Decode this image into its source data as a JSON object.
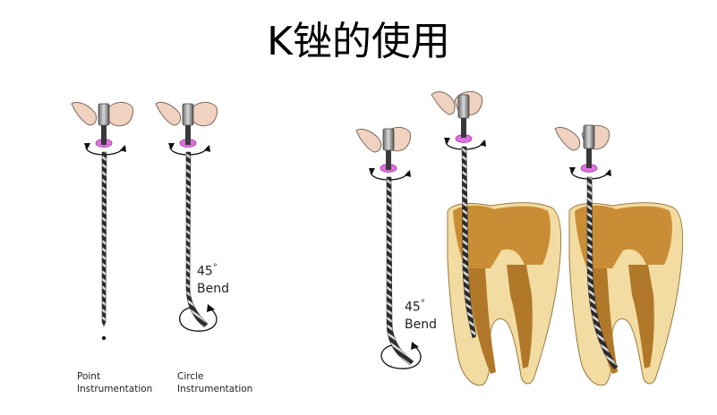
{
  "title": "K锉的使用",
  "captions": {
    "point": [
      "Point",
      "Instrumentation"
    ],
    "circle": [
      "Circle",
      "Instrumentation"
    ]
  },
  "bend_labels": {
    "angle": "45",
    "degree_symbol": "°",
    "word": "Bend"
  },
  "colors": {
    "stopper": "#e070e0",
    "dentin": "#f2dca2",
    "enamel_crown": "#c98e35",
    "pulp_canal": "#b07828",
    "file_metal": "#3a3a3a",
    "finger_skin": "#f1d2c0"
  }
}
